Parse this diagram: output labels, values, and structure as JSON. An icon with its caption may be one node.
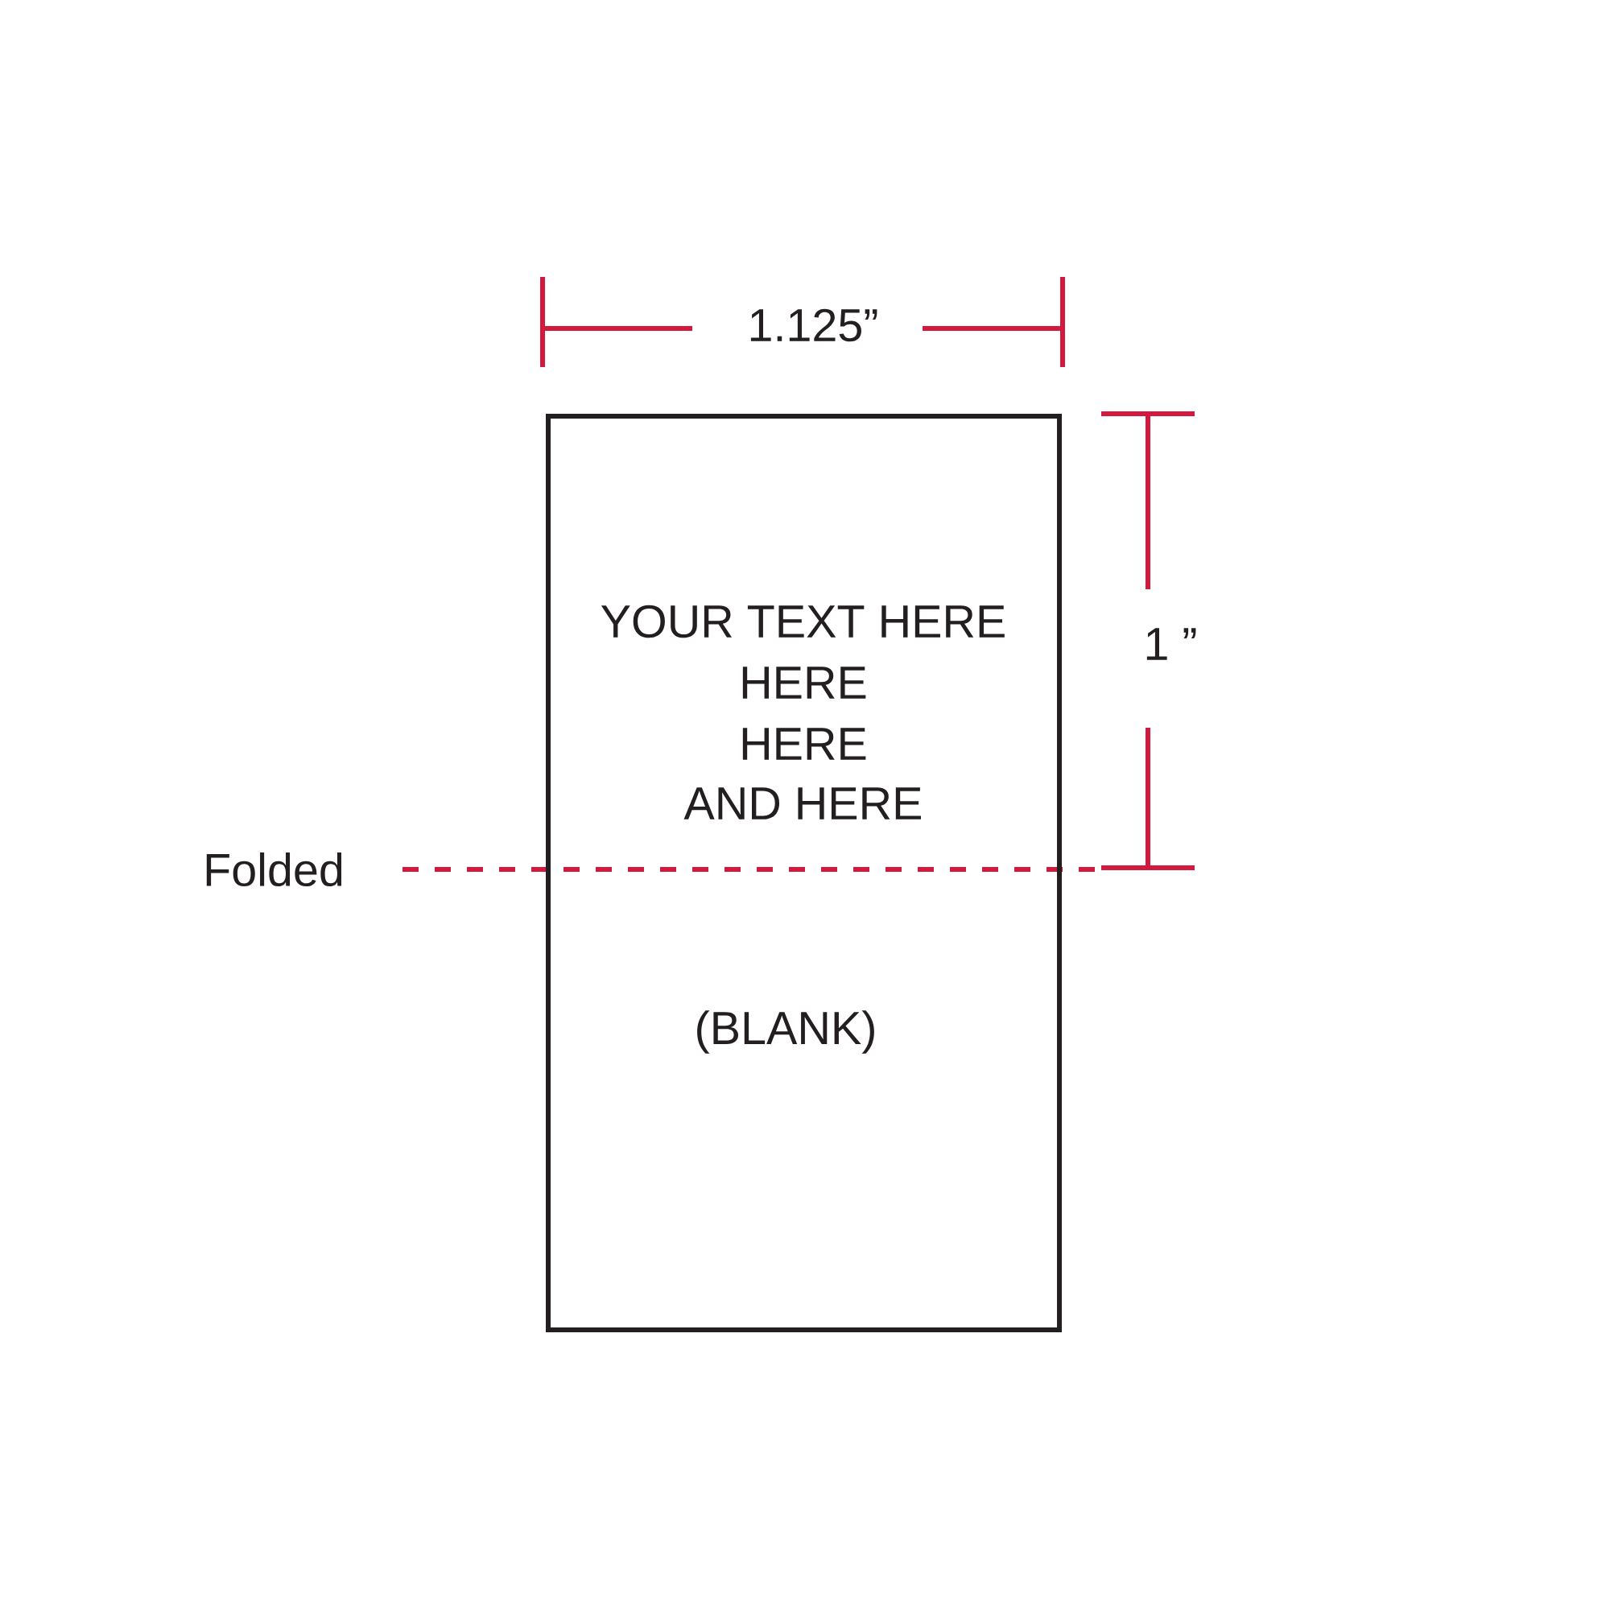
{
  "diagram": {
    "nodes": [
      {
        "text": [
          "YOUR TEXT HERE",
          "HERE",
          "HERE",
          "AND HERE",
          "(BLANK)"
        ]
      }
    ],
    "labels": [
      "1.125”",
      "1 ”",
      "Folded"
    ]
  }
}
